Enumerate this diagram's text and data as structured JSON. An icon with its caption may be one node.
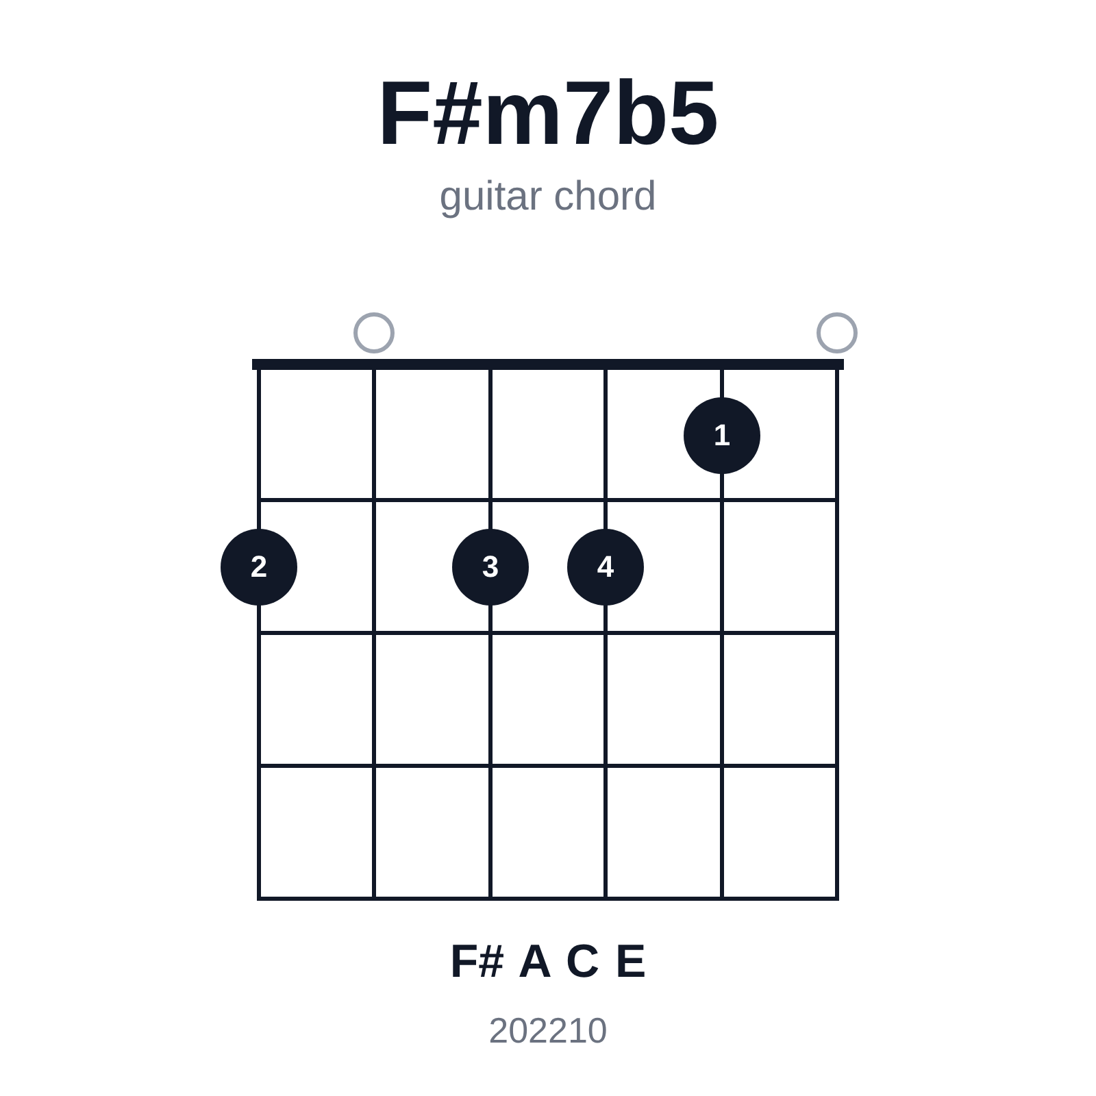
{
  "diagram": {
    "title": "F#m7b5",
    "caption": "guitar chord",
    "nodes": [
      {
        "text": [],
        "shape": "circle"
      },
      {
        "text": [],
        "shape": "circle"
      },
      {
        "text": [
          "1"
        ]
      },
      {
        "text": [
          "2"
        ]
      },
      {
        "text": [
          "3"
        ]
      },
      {
        "text": [
          "4"
        ]
      }
    ],
    "labels": [
      "F# A C E",
      "202210"
    ]
  }
}
